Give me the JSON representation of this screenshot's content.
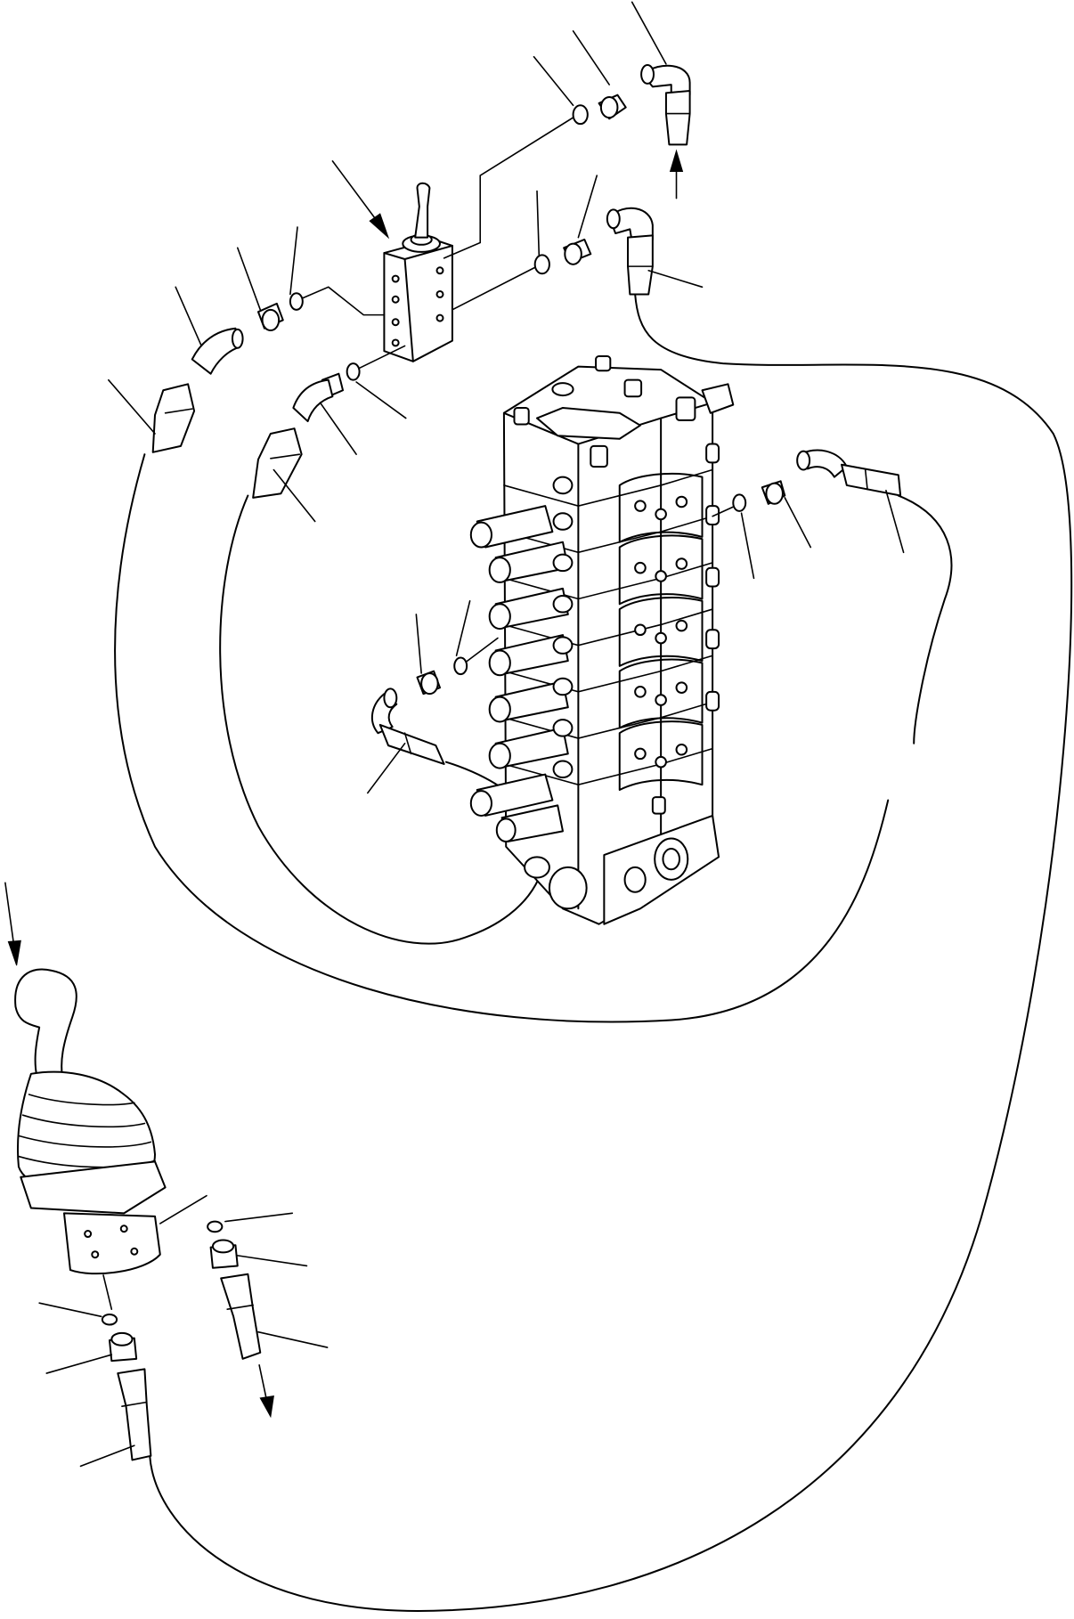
{
  "diagram": {
    "texts": [],
    "arrows": [
      {
        "name": "flow-arrow-top-right",
        "direction": "up"
      },
      {
        "name": "flow-arrow-bottom",
        "direction": "down"
      },
      {
        "name": "pointer-arrow-selector-valve",
        "direction": "down-right"
      },
      {
        "name": "pointer-arrow-joystick",
        "direction": "down"
      }
    ],
    "components": [
      "selector-valve",
      "control-valve-stack",
      "joystick-lever",
      "hoses",
      "elbow-fittings",
      "adapters",
      "o-rings"
    ],
    "callout_count": 28
  }
}
